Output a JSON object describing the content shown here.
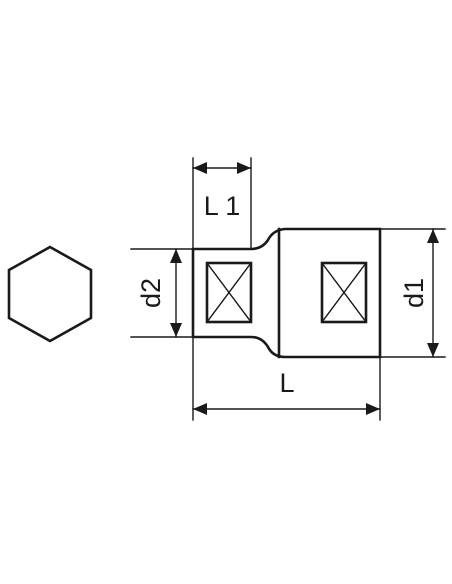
{
  "labels": {
    "l1": "L 1",
    "d2": "d2",
    "d1": "d1",
    "l": "L"
  },
  "icons": {
    "hex_end_view": "hexagon-icon"
  }
}
